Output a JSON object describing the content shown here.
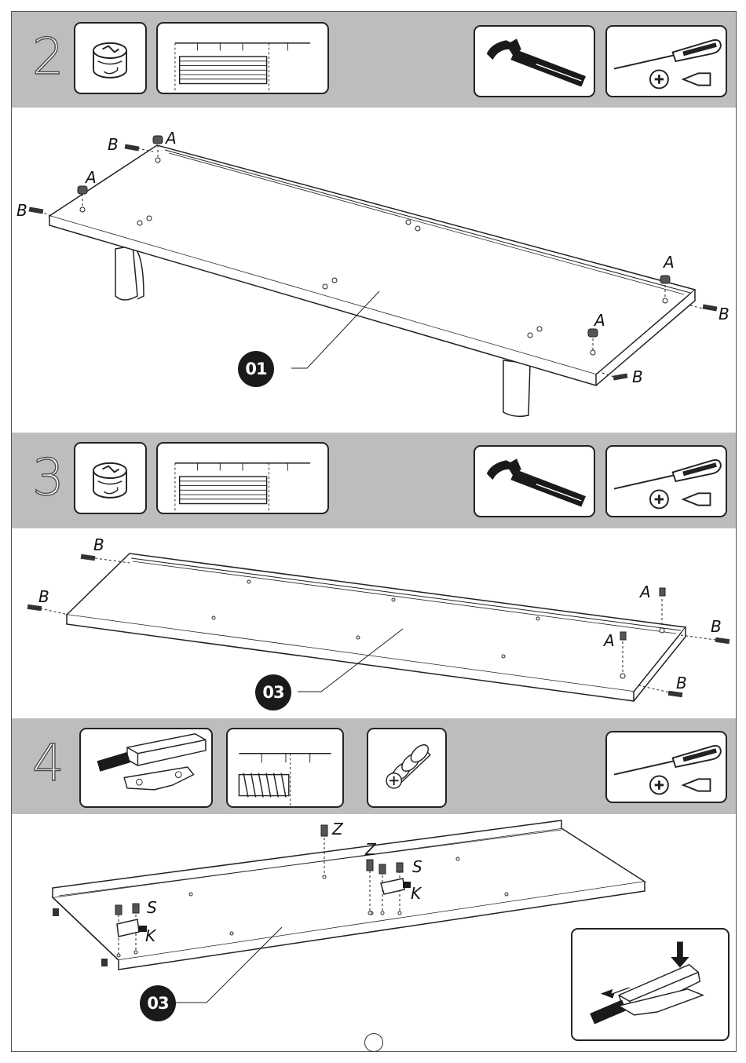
{
  "steps": [
    {
      "number": "2",
      "part_badge": "01",
      "parts": [
        "cam-lock",
        "wooden-dowel"
      ],
      "tools": [
        "hammer",
        "screwdriver"
      ],
      "labels": {
        "a1": "A",
        "a2": "A",
        "a3": "A",
        "a4": "A",
        "b1": "B",
        "b2": "B",
        "b3": "B",
        "b4": "B"
      }
    },
    {
      "number": "3",
      "part_badge": "03",
      "parts": [
        "cam-lock",
        "wooden-dowel"
      ],
      "tools": [
        "hammer",
        "screwdriver"
      ],
      "labels": {
        "a1": "A",
        "a2": "A",
        "b1": "B",
        "b2": "B",
        "b3": "B",
        "b4": "B"
      }
    },
    {
      "number": "4",
      "part_badge": "03",
      "parts": [
        "push-latch",
        "wood-screw",
        "plastic-anchor"
      ],
      "tools": [
        "screwdriver"
      ],
      "labels": {
        "z1": "Z",
        "z2": "Z",
        "s1": "S",
        "s2": "S",
        "k1": "K",
        "k2": "K"
      }
    }
  ],
  "colors": {
    "band": "#bdbdbd",
    "line": "#222222",
    "badge": "#1a1a1a"
  }
}
